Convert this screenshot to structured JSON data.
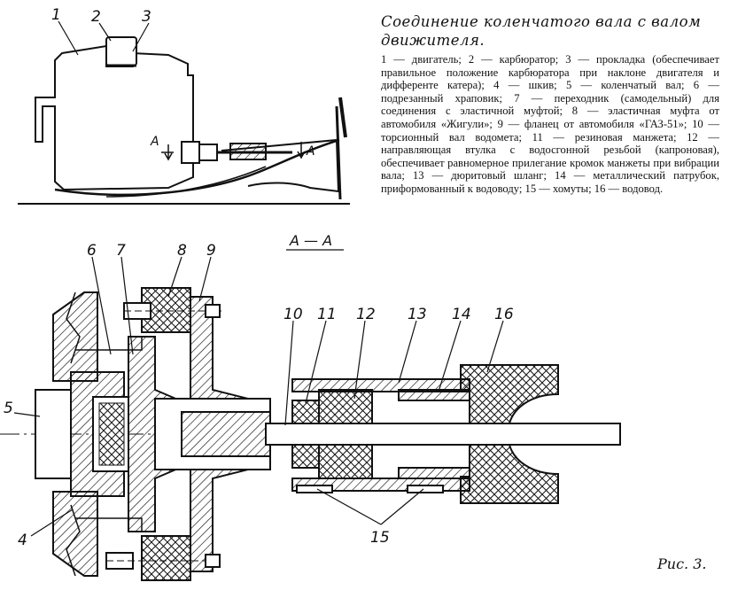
{
  "title": "Соединение коленчатого вала с валом движителя.",
  "caption": "1 — двигатель; 2 — карбюратор; 3 — прокладка (обеспечивает правильное положение карбюратора при наклоне двигателя и дифференте катера); 4 — шкив; 5 — коленчатый вал; 6 — подрезанный храповик; 7 — переходник (самодельный) для соединения с эластичной муфтой; 8 — эластичная муфта от автомобиля «Жигули»; 9 — фланец от автомобиля «ГАЗ-51»; 10 — торсионный вал водомета; 11 — резиновая манжета; 12 — направляющая втулка с водосгонной резьбой (капроновая), обеспечивает равномерное прилегание кромок манжеты при вибрации вала; 13 — дюритовый шланг; 14 — металлический патрубок, приформованный к водоводу; 15 — хомуты; 16 — водовод.",
  "figure_label": "Рис. 3.",
  "section_label": "А — А",
  "section_marks": [
    "А",
    "А"
  ],
  "top_callouts": [
    "1",
    "2",
    "3"
  ],
  "bottom_callouts": [
    "6",
    "7",
    "8",
    "9",
    "10",
    "11",
    "12",
    "13",
    "14",
    "16",
    "5",
    "4",
    "15"
  ]
}
